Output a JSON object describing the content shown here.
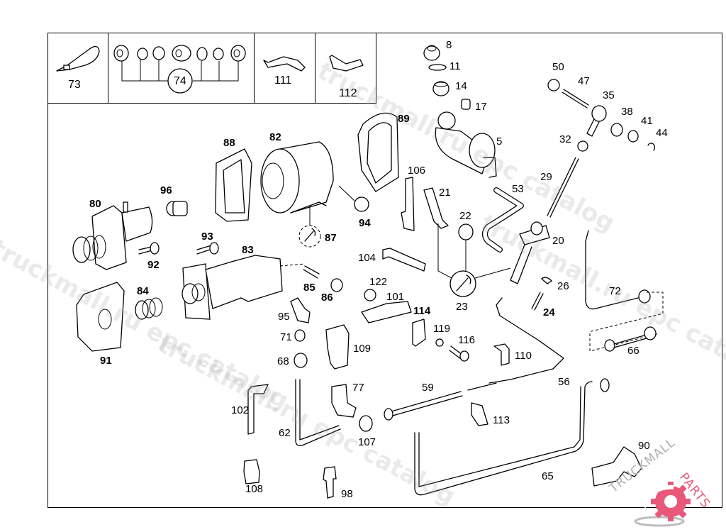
{
  "diagram": {
    "title": "Clutch control / servo unit parts diagram",
    "header_cells": [
      {
        "id": "cell-73",
        "callout": "73",
        "part": "cable tie"
      },
      {
        "id": "cell-74",
        "callout": "74",
        "part": "fitting set (nuts, sleeves, union)"
      },
      {
        "id": "cell-111",
        "callout": "111",
        "part": "bracket"
      },
      {
        "id": "cell-112",
        "callout": "112",
        "part": "bracket with slot"
      }
    ],
    "callouts": [
      {
        "n": "8"
      },
      {
        "n": "11"
      },
      {
        "n": "14"
      },
      {
        "n": "17"
      },
      {
        "n": "5"
      },
      {
        "n": "50"
      },
      {
        "n": "47"
      },
      {
        "n": "35"
      },
      {
        "n": "38"
      },
      {
        "n": "41"
      },
      {
        "n": "44"
      },
      {
        "n": "32"
      },
      {
        "n": "29"
      },
      {
        "n": "20"
      },
      {
        "n": "26"
      },
      {
        "n": "24"
      },
      {
        "n": "89"
      },
      {
        "n": "88"
      },
      {
        "n": "82"
      },
      {
        "n": "96"
      },
      {
        "n": "80"
      },
      {
        "n": "94"
      },
      {
        "n": "87"
      },
      {
        "n": "93"
      },
      {
        "n": "92"
      },
      {
        "n": "83"
      },
      {
        "n": "106"
      },
      {
        "n": "21"
      },
      {
        "n": "53"
      },
      {
        "n": "22"
      },
      {
        "n": "104"
      },
      {
        "n": "23"
      },
      {
        "n": "72"
      },
      {
        "n": "66"
      },
      {
        "n": "84"
      },
      {
        "n": "91"
      },
      {
        "n": "85"
      },
      {
        "n": "86"
      },
      {
        "n": "122"
      },
      {
        "n": "101"
      },
      {
        "n": "114"
      },
      {
        "n": "95"
      },
      {
        "n": "71"
      },
      {
        "n": "68"
      },
      {
        "n": "109"
      },
      {
        "n": "119"
      },
      {
        "n": "116"
      },
      {
        "n": "110"
      },
      {
        "n": "56"
      },
      {
        "n": "77"
      },
      {
        "n": "59"
      },
      {
        "n": "102"
      },
      {
        "n": "62"
      },
      {
        "n": "107"
      },
      {
        "n": "113"
      },
      {
        "n": "90"
      },
      {
        "n": "65"
      },
      {
        "n": "108"
      },
      {
        "n": "98"
      }
    ]
  },
  "watermarks": [
    "truckmall.ru epc catalog"
  ],
  "logo": {
    "text_left": "TRUCKMALL",
    "text_right": "PARTS",
    "accent_color": "#e8587a",
    "grey_color": "#b0b0b0"
  }
}
